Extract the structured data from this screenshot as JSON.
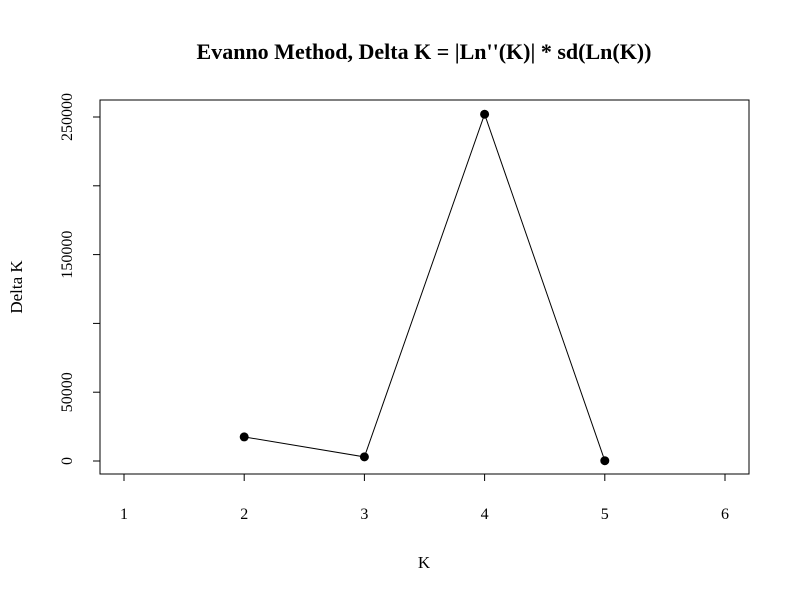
{
  "chart_data": {
    "type": "line",
    "title": "Evanno Method, Delta K = |Ln''(K)| * sd(Ln(K))",
    "xlabel": "K",
    "ylabel": "Delta K",
    "xlim": [
      1,
      6
    ],
    "ylim": [
      0,
      250000
    ],
    "x_ticks": [
      1,
      2,
      3,
      4,
      5,
      6
    ],
    "y_ticks": [
      0,
      50000,
      100000,
      150000,
      200000,
      250000
    ],
    "y_tick_labels": [
      "0",
      "50000",
      "",
      "150000",
      "",
      "250000"
    ],
    "grid": false,
    "series": [
      {
        "x": [
          2,
          3,
          4,
          5
        ],
        "y": [
          17500,
          3000,
          252000,
          200
        ],
        "color": "#000000",
        "marker": "filled-circle"
      }
    ]
  }
}
